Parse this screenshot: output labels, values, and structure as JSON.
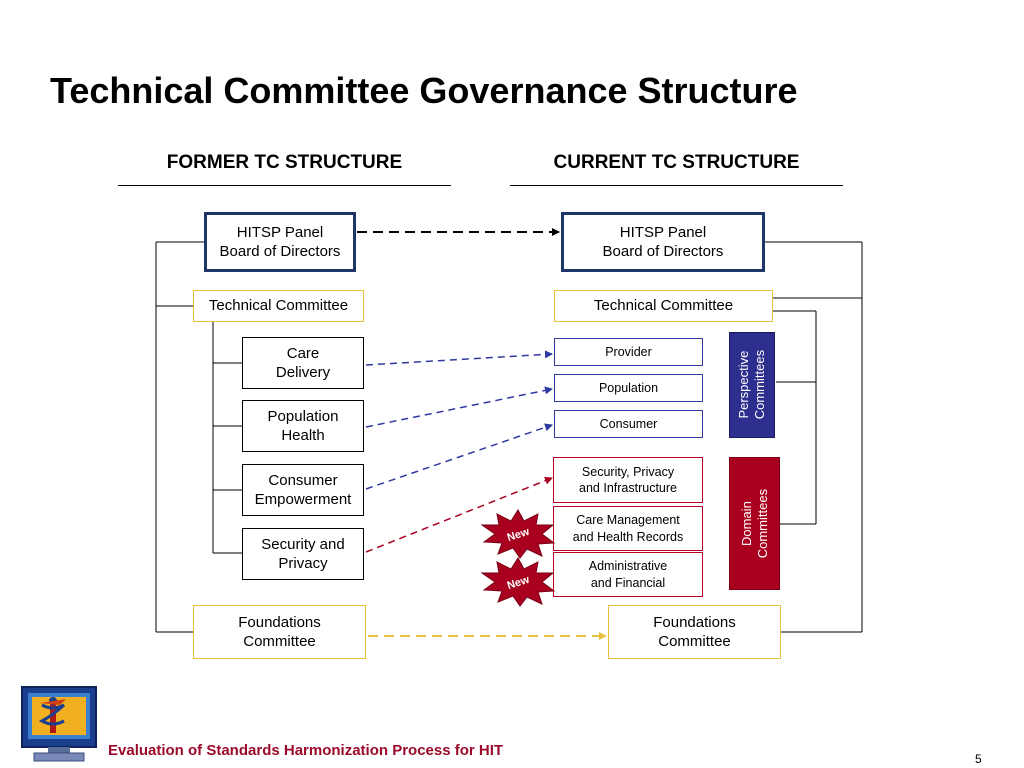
{
  "title": "Technical Committee Governance Structure",
  "former": {
    "heading": "FORMER TC STRUCTURE",
    "hitsp_line1": "HITSP Panel",
    "hitsp_line2": "Board of Directors",
    "technical_committee": "Technical Committee",
    "care_delivery": "Care\nDelivery",
    "population_health": "Population\nHealth",
    "consumer_empowerment": "Consumer\nEmpowerment",
    "security_privacy": "Security and\nPrivacy",
    "foundations": "Foundations\nCommittee"
  },
  "current": {
    "heading": "CURRENT TC STRUCTURE",
    "hitsp_line1": "HITSP Panel",
    "hitsp_line2": "Board of Directors",
    "technical_committee": "Technical Committee",
    "provider": "Provider",
    "population": "Population",
    "consumer": "Consumer",
    "security_privacy_infra": "Security, Privacy\nand Infrastructure",
    "care_management": "Care Management\nand Health Records",
    "administrative": "Administrative\nand Financial",
    "foundations": "Foundations\nCommittee",
    "perspective_label": "Perspective\nCommittees",
    "domain_label": "Domain\nCommittees"
  },
  "badges": {
    "new1": "New",
    "new2": "New"
  },
  "footer": "Evaluation of Standards Harmonization Process for HIT",
  "page_number": "5",
  "colors": {
    "navy": "#1f3768",
    "gold": "#e8c23d",
    "perspective": "#2e2e8f",
    "domain": "#a8001e",
    "blue_arrow": "#2e3aa0",
    "red_arrow": "#a8001e",
    "new_badge": "#a8001e",
    "footer_text": "#9b0a2a"
  },
  "icons": {
    "logo": "computer-caduceus-icon"
  }
}
